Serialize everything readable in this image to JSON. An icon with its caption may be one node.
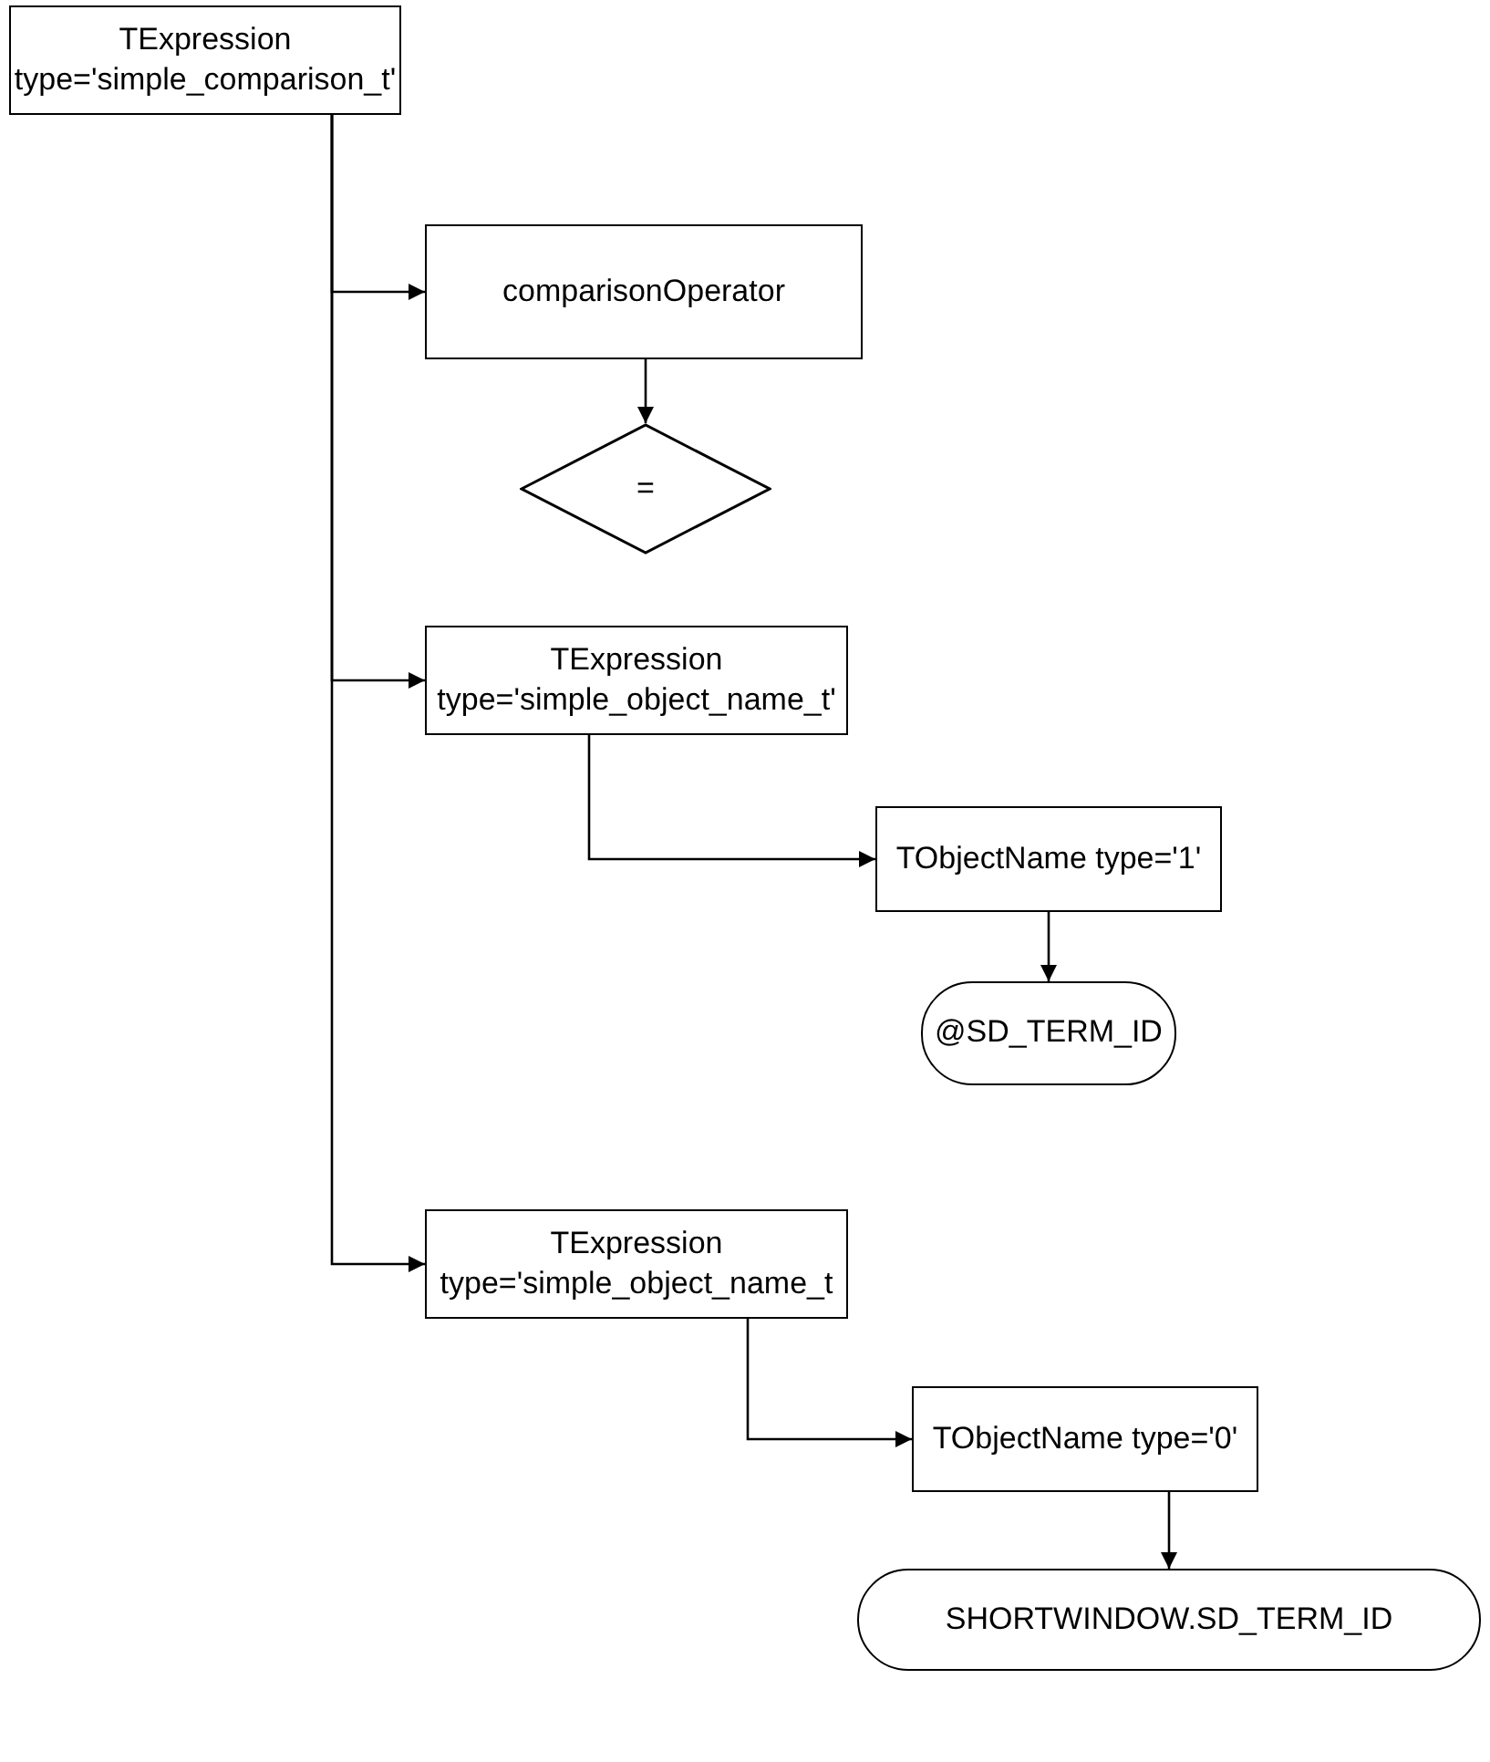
{
  "diagram": {
    "nodes": [
      {
        "text": [
          "TExpression type='simple_comparison_t'"
        ]
      },
      {
        "text": [
          "comparisonOperator"
        ]
      },
      {
        "text": [
          "="
        ]
      },
      {
        "text": [
          "TExpression type='simple_object_name_t'"
        ]
      },
      {
        "text": [
          "TObjectName type='1'"
        ]
      },
      {
        "text": [
          "@SD_TERM_ID"
        ]
      },
      {
        "text": [
          "TExpression type='simple_object_name_t"
        ]
      },
      {
        "text": [
          "TObjectName type='0'"
        ]
      },
      {
        "text": [
          "SHORTWINDOW.SD_TERM_ID"
        ]
      }
    ],
    "edges": [
      {
        "from": 0,
        "to": 1,
        "arrow": "to"
      },
      {
        "from": 1,
        "to": 2,
        "arrow": "to"
      },
      {
        "from": 0,
        "to": 3,
        "arrow": "to"
      },
      {
        "from": 3,
        "to": 4,
        "arrow": "to"
      },
      {
        "from": 4,
        "to": 5,
        "arrow": "to"
      },
      {
        "from": 0,
        "to": 6,
        "arrow": "to"
      },
      {
        "from": 6,
        "to": 7,
        "arrow": "to"
      },
      {
        "from": 7,
        "to": 8,
        "arrow": "to"
      }
    ]
  }
}
